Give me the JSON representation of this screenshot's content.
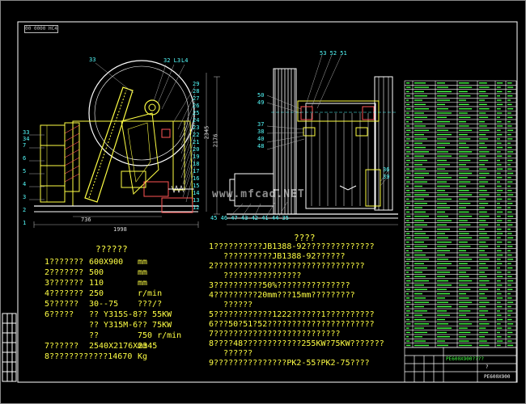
{
  "title_tag": "00 0000 HC4",
  "watermark": "www.mfcad.NET",
  "specs_heading": "??????",
  "specs": [
    {
      "label": "1???????",
      "value": "600X900",
      "unit": "mm"
    },
    {
      "label": "2???????",
      "value": "500",
      "unit": "mm"
    },
    {
      "label": "3???????",
      "value": "110",
      "unit": "mm"
    },
    {
      "label": "4???????",
      "value": "250",
      "unit": "r/min"
    },
    {
      "label": "5??????",
      "value": "30--75",
      "unit": "???/?"
    },
    {
      "label": "6?????",
      "value": "?? Y315S-8",
      "unit": "?? 55KW"
    },
    {
      "label": "",
      "value": "?? Y315M-6",
      "unit": "?? 75KW"
    },
    {
      "label": "",
      "value": "??",
      "unit": "750 r/min"
    },
    {
      "label": "7??????",
      "value": "2540X2176X2345",
      "unit": "mm"
    },
    {
      "label": "8????????????14670",
      "value": "",
      "unit": "Kg"
    }
  ],
  "notes_heading": "????",
  "notes": [
    "1??????????JB1388-92??????????????",
    "   ??????????JB1388-92??????",
    "2???????????????????????????????",
    "   ????????????????",
    "3??????????50%???????????????",
    "4?????????20mm???15mm?????????",
    "   ??????",
    "5????????????1222??????1??????????",
    "6???50?51?52??????????????????????",
    "7??????????????????????????",
    "8????48????????????255KW?75KW???????",
    "   ??????",
    "9???????????????PK2-55?PK2-75????"
  ],
  "dims": {
    "left_width": "1998",
    "left_base": "736",
    "left_height": "2345",
    "right_height": "2176"
  },
  "bom": {
    "rows": 62,
    "footer_title": "PE600X900????",
    "footer_code": "PE600X900",
    "footer_page": "?"
  }
}
